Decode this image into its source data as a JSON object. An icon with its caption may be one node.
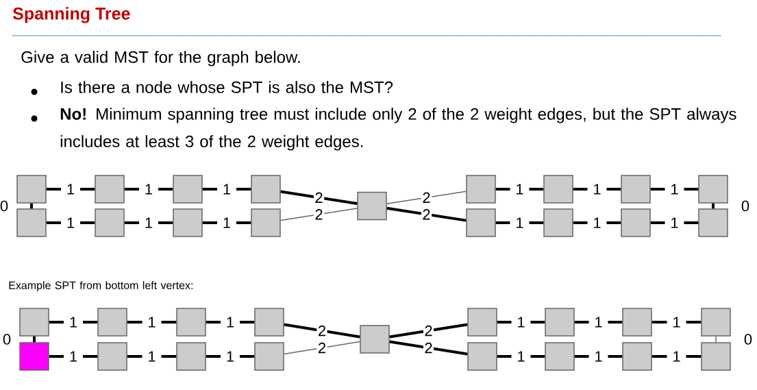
{
  "diagram": {
    "title": "Spanning Tree",
    "nodes": [
      {
        "text": [],
        "shape": "box"
      },
      {
        "text": [],
        "shape": "box"
      },
      {
        "text": [],
        "shape": "box"
      },
      {
        "text": [],
        "shape": "box"
      },
      {
        "text": [],
        "shape": "box"
      },
      {
        "text": [],
        "shape": "box"
      },
      {
        "text": [],
        "shape": "box"
      },
      {
        "text": [],
        "shape": "box"
      },
      {
        "text": [],
        "shape": "box"
      },
      {
        "text": [],
        "shape": "box"
      },
      {
        "text": [],
        "shape": "box"
      },
      {
        "text": [],
        "shape": "box"
      },
      {
        "text": [],
        "shape": "box"
      },
      {
        "text": [],
        "shape": "box"
      },
      {
        "text": [],
        "shape": "box"
      },
      {
        "text": [],
        "shape": "box"
      },
      {
        "text": [],
        "shape": "box"
      },
      {
        "text": [],
        "shape": "box"
      },
      {
        "text": [],
        "shape": "box"
      },
      {
        "text": [],
        "shape": "box"
      },
      {
        "text": [],
        "shape": "box"
      },
      {
        "text": [],
        "shape": "box"
      },
      {
        "text": [],
        "shape": "box"
      },
      {
        "text": [],
        "shape": "box"
      },
      {
        "text": [],
        "shape": "box"
      },
      {
        "text": [],
        "shape": "box"
      },
      {
        "text": [],
        "shape": "box"
      },
      {
        "text": [],
        "shape": "box"
      },
      {
        "text": [],
        "shape": "box"
      },
      {
        "text": [],
        "shape": "box"
      },
      {
        "text": [],
        "shape": "box"
      },
      {
        "text": [],
        "shape": "box"
      },
      {
        "text": [],
        "shape": "box"
      },
      {
        "text": [],
        "shape": "box"
      }
    ],
    "edges": [
      {
        "from": 0,
        "to": 1,
        "arrow": "none",
        "label": "1"
      },
      {
        "from": 1,
        "to": 2,
        "arrow": "none",
        "label": "1"
      },
      {
        "from": 2,
        "to": 3,
        "arrow": "none",
        "label": "1"
      },
      {
        "from": 4,
        "to": 5,
        "arrow": "none",
        "label": "1"
      },
      {
        "from": 5,
        "to": 6,
        "arrow": "none",
        "label": "1"
      },
      {
        "from": 6,
        "to": 7,
        "arrow": "none",
        "label": "1"
      },
      {
        "from": 0,
        "to": 4,
        "arrow": "none",
        "label": "0"
      },
      {
        "from": 3,
        "to": 8,
        "arrow": "none",
        "label": "2"
      },
      {
        "from": 7,
        "to": 8,
        "arrow": "none",
        "label": "2",
        "color": "#666666"
      },
      {
        "from": 8,
        "to": 9,
        "arrow": "none",
        "label": "2",
        "color": "#666666"
      },
      {
        "from": 8,
        "to": 13,
        "arrow": "none",
        "label": "2"
      },
      {
        "from": 9,
        "to": 10,
        "arrow": "none",
        "label": "1"
      },
      {
        "from": 10,
        "to": 11,
        "arrow": "none",
        "label": "1"
      },
      {
        "from": 11,
        "to": 12,
        "arrow": "none",
        "label": "1"
      },
      {
        "from": 13,
        "to": 14,
        "arrow": "none",
        "label": "1"
      },
      {
        "from": 14,
        "to": 15,
        "arrow": "none",
        "label": "1"
      },
      {
        "from": 15,
        "to": 16,
        "arrow": "none",
        "label": "1"
      },
      {
        "from": 12,
        "to": 16,
        "arrow": "none",
        "label": "0"
      },
      {
        "from": 17,
        "to": 18,
        "arrow": "none",
        "label": "1"
      },
      {
        "from": 18,
        "to": 19,
        "arrow": "none",
        "label": "1"
      },
      {
        "from": 19,
        "to": 20,
        "arrow": "none",
        "label": "1"
      },
      {
        "from": 21,
        "to": 22,
        "arrow": "none",
        "label": "1"
      },
      {
        "from": 22,
        "to": 23,
        "arrow": "none",
        "label": "1"
      },
      {
        "from": 23,
        "to": 24,
        "arrow": "none",
        "label": "1"
      },
      {
        "from": 17,
        "to": 21,
        "arrow": "none",
        "label": "0"
      },
      {
        "from": 20,
        "to": 25,
        "arrow": "none",
        "label": "2"
      },
      {
        "from": 24,
        "to": 25,
        "arrow": "none",
        "label": "2",
        "color": "#666666"
      },
      {
        "from": 25,
        "to": 26,
        "arrow": "none",
        "label": "2"
      },
      {
        "from": 25,
        "to": 30,
        "arrow": "none",
        "label": "2"
      },
      {
        "from": 26,
        "to": 27,
        "arrow": "none",
        "label": "1"
      },
      {
        "from": 27,
        "to": 28,
        "arrow": "none",
        "label": "1"
      },
      {
        "from": 28,
        "to": 29,
        "arrow": "none",
        "label": "1"
      },
      {
        "from": 30,
        "to": 31,
        "arrow": "none",
        "label": "1"
      },
      {
        "from": 31,
        "to": 32,
        "arrow": "none",
        "label": "1"
      },
      {
        "from": 32,
        "to": 33,
        "arrow": "none",
        "label": "1"
      },
      {
        "from": 29,
        "to": 33,
        "arrow": "none",
        "label": "0",
        "color": "#666666"
      }
    ],
    "labels": [
      "Give a valid MST for the graph below.",
      "Is there a node whose SPT is also the MST?",
      "**No!** Minimum spanning tree must include only 2 of the 2 weight edges, but the SPT always includes at least 3 of the 2 weight edges.",
      "Example SPT from bottom left vertex:"
    ]
  }
}
